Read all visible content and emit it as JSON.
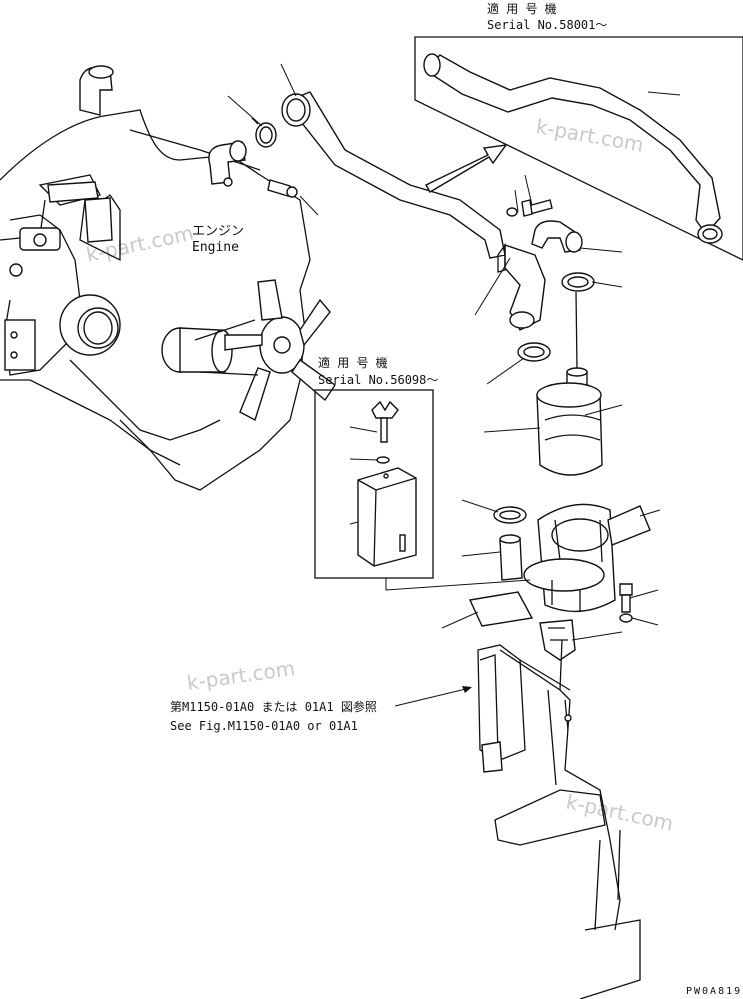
{
  "labels": {
    "serial_top_jp": "適 用 号 機",
    "serial_top": "Serial No.58001～",
    "engine_jp": "エンジン",
    "engine_en": "Engine",
    "serial_mid_jp": "適 用 号 機",
    "serial_mid": "Serial No.56098～",
    "ref_jp": "第M1150-01A0 または 01A1 図参照",
    "ref_en": "See Fig.M1150-01A0 or 01A1",
    "drawing_code": "PW0A819"
  },
  "watermarks": [
    "k-part.com",
    "k-part.com",
    "k-part.com",
    "k-part.com"
  ]
}
